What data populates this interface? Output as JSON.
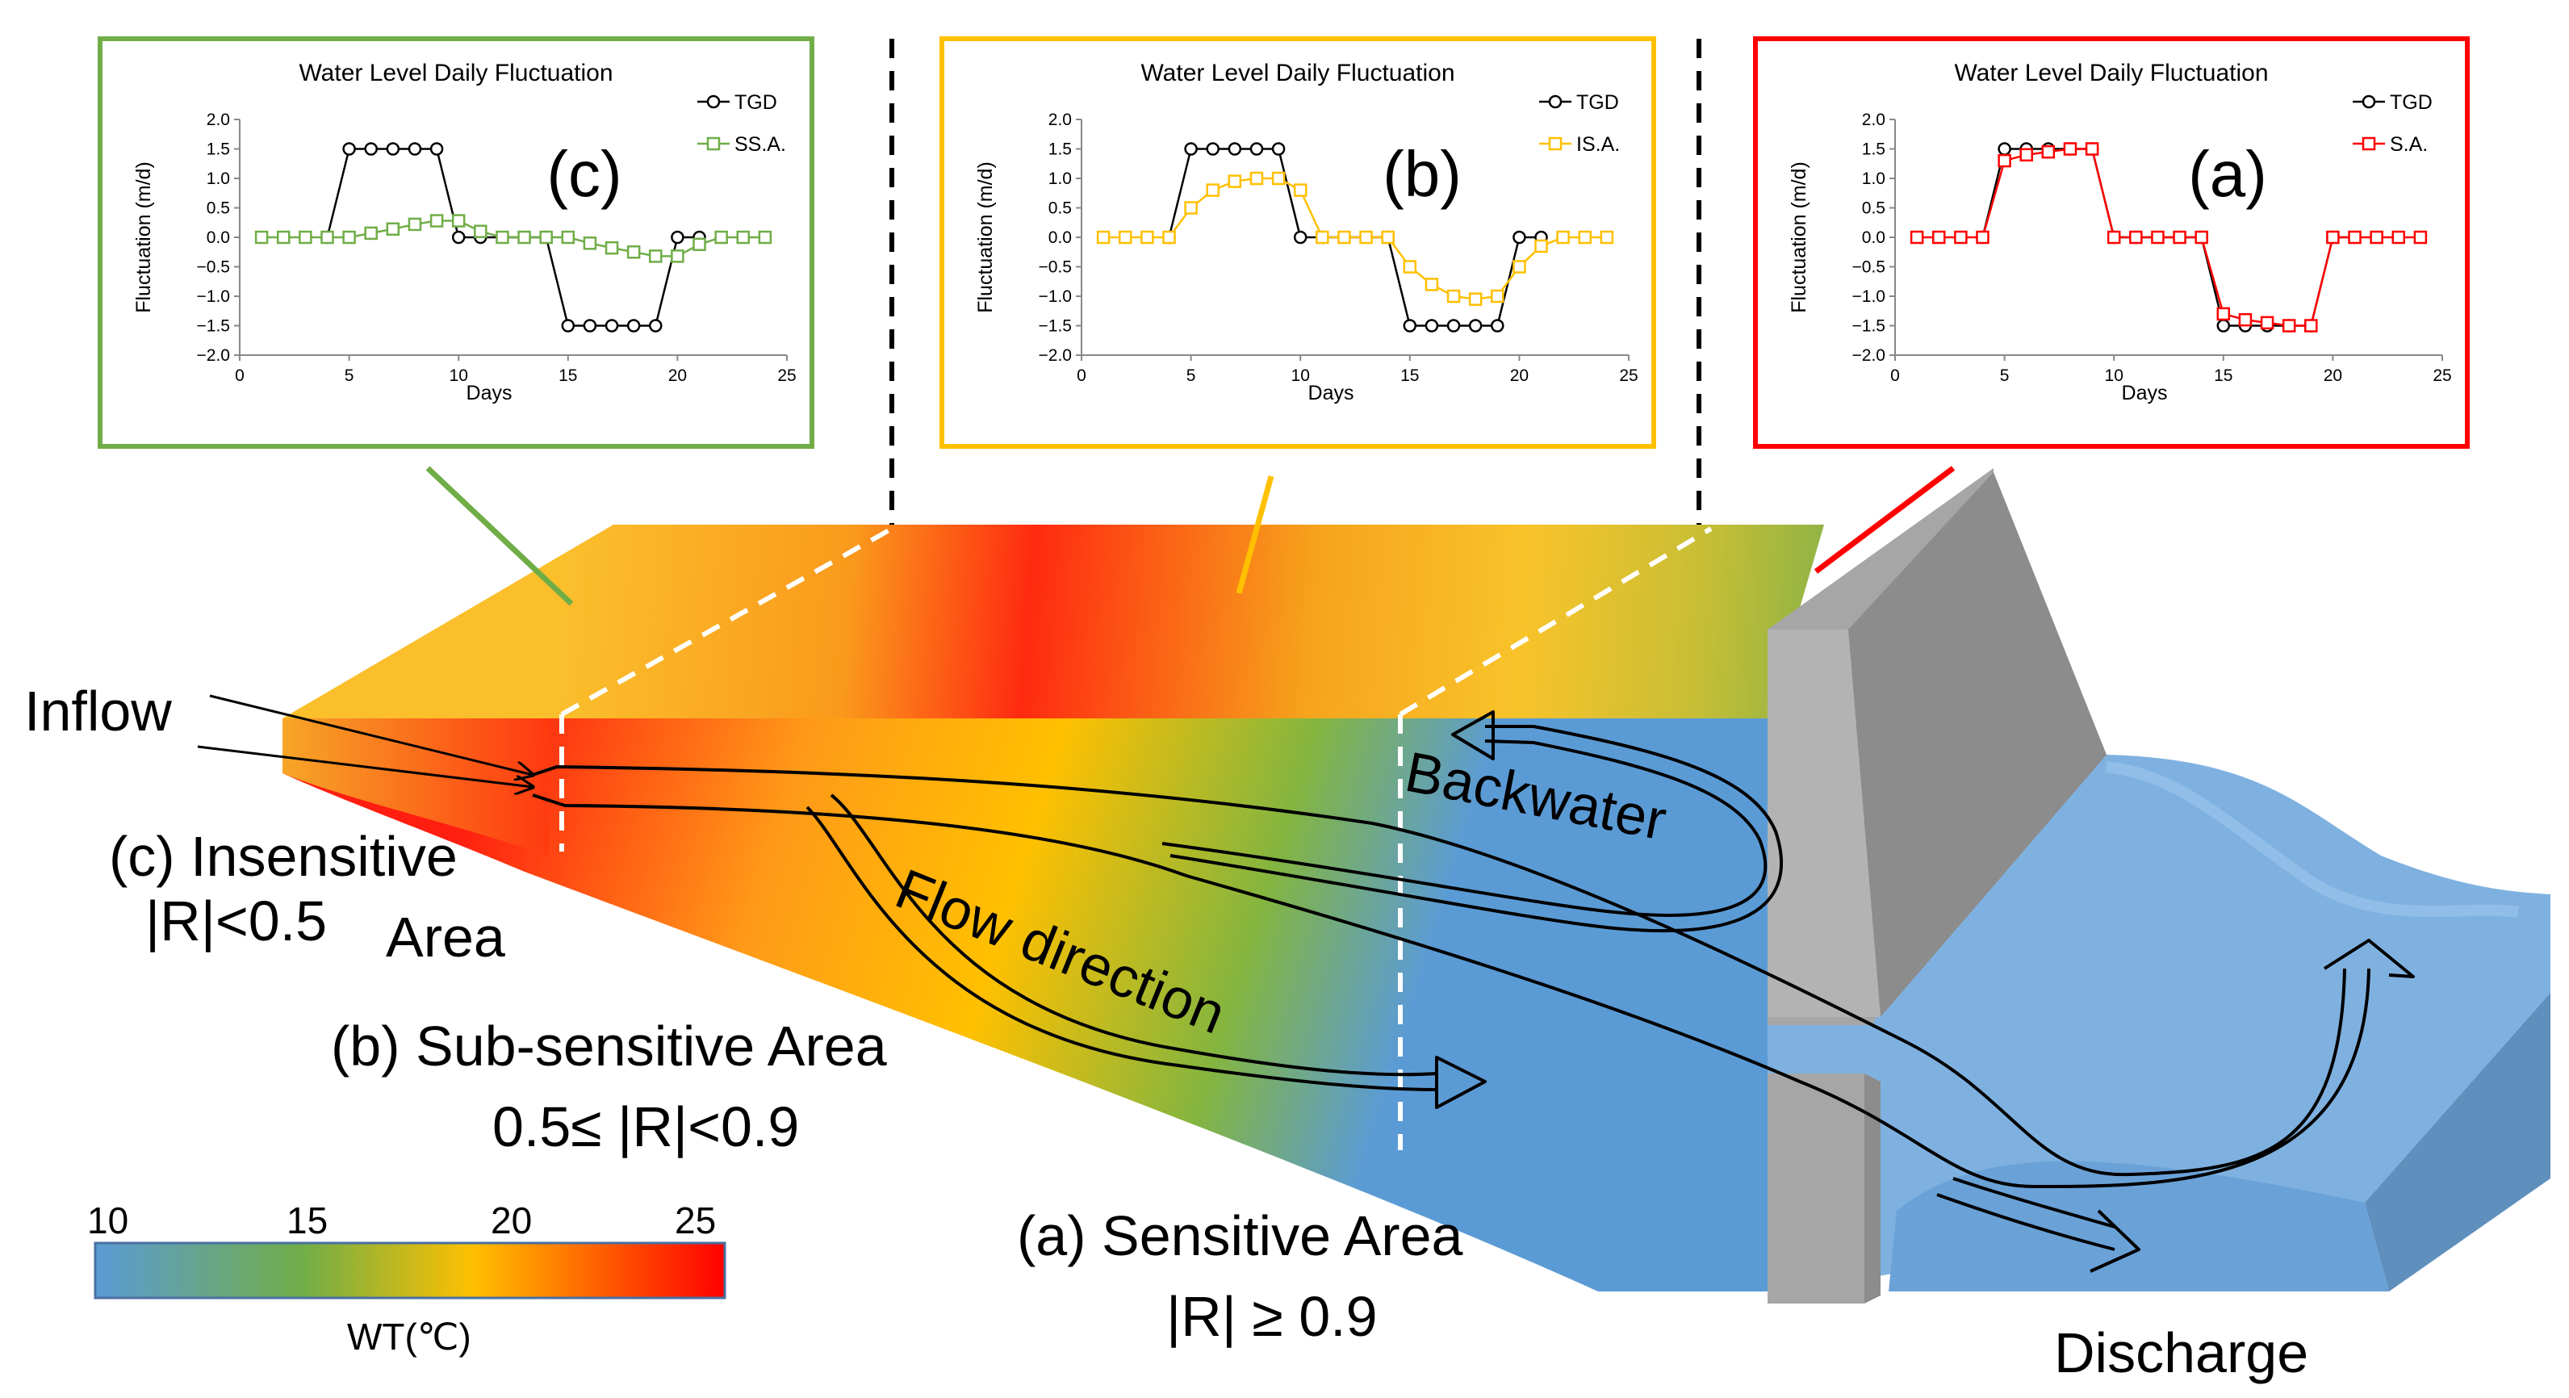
{
  "diagram": {
    "labels": {
      "inflow": "Inflow",
      "discharge": "Discharge",
      "backwater": "Backwater",
      "flow_direction": "Flow direction",
      "insensitive_line1": "(c) Insensitive",
      "insensitive_line2": "Area",
      "insensitive_range": "|R|<0.5",
      "subsensitive": "(b) Sub-sensitive Area",
      "subsensitive_range": "0.5≤ |R|<0.9",
      "sensitive": "(a) Sensitive Area",
      "sensitive_range": "|R| ≥ 0.9"
    },
    "colorbar": {
      "ticks": [
        "10",
        "15",
        "20",
        "25"
      ],
      "label": "WT(℃)",
      "colors": [
        "#5b9bd5",
        "#70ad47",
        "#ffc000",
        "#ff0000"
      ]
    },
    "zone_colors": {
      "c": "#70ad47",
      "b": "#ffc000",
      "a": "#ff0000"
    }
  },
  "chart_data": [
    {
      "panel": "(c)",
      "type": "line",
      "title": "Water Level Daily Fluctuation",
      "xlabel": "Days",
      "ylabel": "Fluctuation (m/d)",
      "xlim": [
        0,
        25
      ],
      "ylim": [
        -2.0,
        2.0
      ],
      "xticks": [
        "0",
        "5",
        "10",
        "15",
        "20",
        "25"
      ],
      "yticks": [
        "2.0",
        "1.5",
        "1.0",
        "0.5",
        "0.0",
        "−0.5",
        "−1.0",
        "−1.5",
        "−2.0"
      ],
      "x": [
        1,
        2,
        3,
        4,
        5,
        6,
        7,
        8,
        9,
        10,
        11,
        12,
        13,
        14,
        15,
        16,
        17,
        18,
        19,
        20,
        21,
        22,
        23,
        24
      ],
      "series": [
        {
          "name": "TGD",
          "color": "#000000",
          "marker": "circle",
          "x": [
            4,
            5,
            6,
            7,
            8,
            9,
            10,
            11,
            14,
            15,
            16,
            17,
            18,
            19,
            20,
            21
          ],
          "values": [
            0,
            1.5,
            1.5,
            1.5,
            1.5,
            1.5,
            0,
            0,
            0,
            -1.5,
            -1.5,
            -1.5,
            -1.5,
            -1.5,
            0,
            0
          ]
        },
        {
          "name": "SS.A.",
          "color": "#70ad47",
          "marker": "square",
          "values": [
            0,
            0,
            0,
            0,
            0,
            0.07,
            0.14,
            0.22,
            0.28,
            0.28,
            0.1,
            0,
            0,
            0,
            0,
            -0.1,
            -0.18,
            -0.25,
            -0.32,
            -0.32,
            -0.12,
            0,
            0,
            0
          ]
        }
      ]
    },
    {
      "panel": "(b)",
      "type": "line",
      "title": "Water Level Daily Fluctuation",
      "xlabel": "Days",
      "ylabel": "Fluctuation (m/d)",
      "xlim": [
        0,
        25
      ],
      "ylim": [
        -2.0,
        2.0
      ],
      "xticks": [
        "0",
        "5",
        "10",
        "15",
        "20",
        "25"
      ],
      "yticks": [
        "2.0",
        "1.5",
        "1.0",
        "0.5",
        "0.0",
        "−0.5",
        "−1.0",
        "−1.5",
        "−2.0"
      ],
      "x": [
        1,
        2,
        3,
        4,
        5,
        6,
        7,
        8,
        9,
        10,
        11,
        12,
        13,
        14,
        15,
        16,
        17,
        18,
        19,
        20,
        21,
        22,
        23,
        24
      ],
      "series": [
        {
          "name": "TGD",
          "color": "#000000",
          "marker": "circle",
          "x": [
            4,
            5,
            6,
            7,
            8,
            9,
            10,
            11,
            14,
            15,
            16,
            17,
            18,
            19,
            20,
            21
          ],
          "values": [
            0,
            1.5,
            1.5,
            1.5,
            1.5,
            1.5,
            0,
            0,
            0,
            -1.5,
            -1.5,
            -1.5,
            -1.5,
            -1.5,
            0,
            0
          ]
        },
        {
          "name": "IS.A.",
          "color": "#ffc000",
          "marker": "square",
          "values": [
            0,
            0,
            0,
            0,
            0.5,
            0.8,
            0.95,
            1.0,
            1.0,
            0.8,
            0,
            0,
            0,
            0,
            -0.5,
            -0.8,
            -1.0,
            -1.05,
            -1.0,
            -0.5,
            -0.15,
            0,
            0,
            0
          ]
        }
      ]
    },
    {
      "panel": "(a)",
      "type": "line",
      "title": "Water Level Daily Fluctuation",
      "xlabel": "Days",
      "ylabel": "Fluctuation (m/d)",
      "xlim": [
        0,
        25
      ],
      "ylim": [
        -2.0,
        2.0
      ],
      "xticks": [
        "0",
        "5",
        "10",
        "15",
        "20",
        "25"
      ],
      "yticks": [
        "2.0",
        "1.5",
        "1.0",
        "0.5",
        "0.0",
        "−0.5",
        "−1.0",
        "−1.5",
        "−2.0"
      ],
      "x": [
        1,
        2,
        3,
        4,
        5,
        6,
        7,
        8,
        9,
        10,
        11,
        12,
        13,
        14,
        15,
        16,
        17,
        18,
        19,
        20,
        21,
        22,
        23,
        24
      ],
      "series": [
        {
          "name": "TGD",
          "color": "#000000",
          "marker": "circle",
          "x": [
            4,
            5,
            6,
            7,
            8,
            9,
            10,
            11,
            14,
            15,
            16,
            17,
            18,
            19,
            20,
            21
          ],
          "values": [
            0,
            1.5,
            1.5,
            1.5,
            1.5,
            1.5,
            0,
            0,
            0,
            -1.5,
            -1.5,
            -1.5,
            -1.5,
            -1.5,
            0,
            0
          ]
        },
        {
          "name": "S.A.",
          "color": "#ff0000",
          "marker": "square",
          "values": [
            0,
            0,
            0,
            0,
            1.3,
            1.4,
            1.45,
            1.5,
            1.5,
            0,
            0,
            0,
            0,
            0,
            -1.3,
            -1.4,
            -1.45,
            -1.5,
            -1.5,
            0,
            0,
            0,
            0,
            0
          ]
        }
      ]
    }
  ]
}
